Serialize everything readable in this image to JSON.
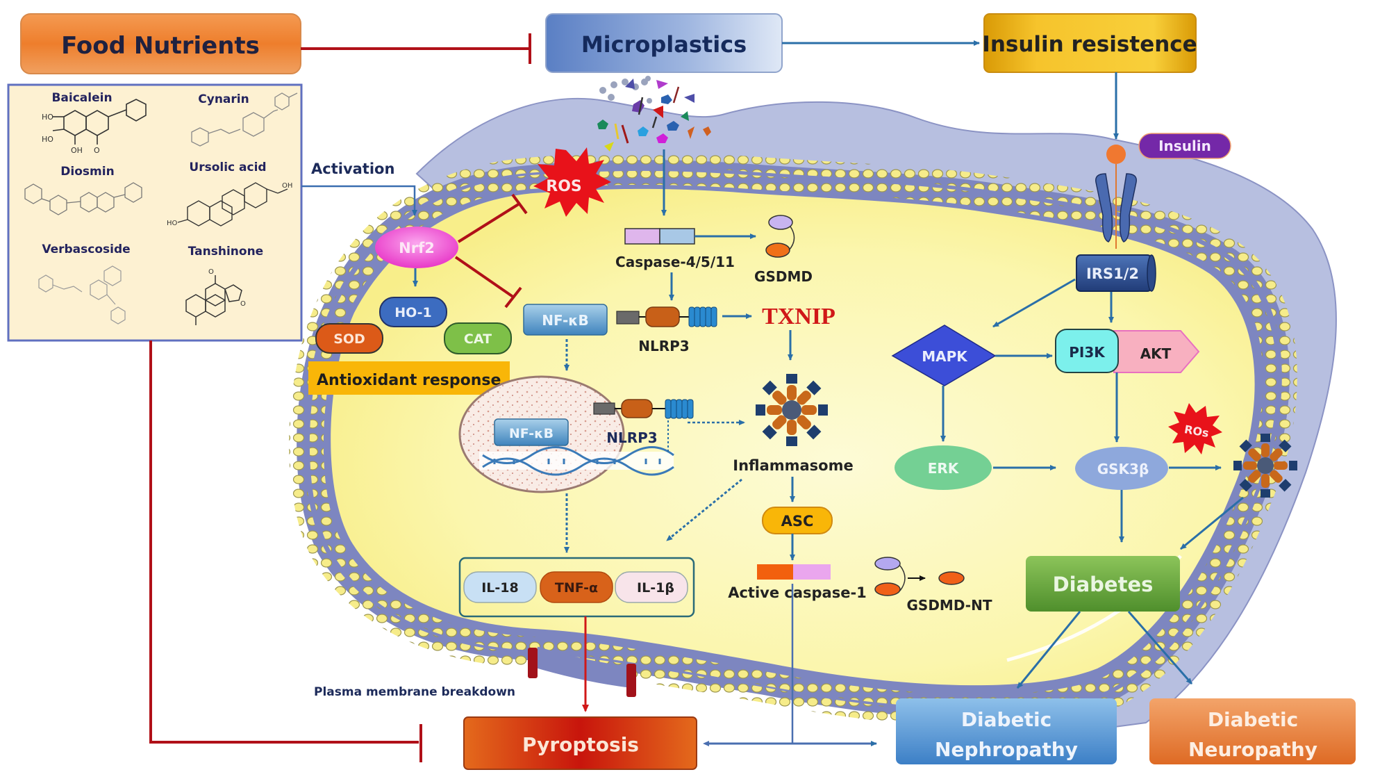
{
  "title_boxes": {
    "food_nutrients": "Food Nutrients",
    "microplastics": "Microplastics",
    "insulin_resistance": "Insulin resistence"
  },
  "nutrients": [
    {
      "name": "Baicalein"
    },
    {
      "name": "Cynarin"
    },
    {
      "name": "Diosmin"
    },
    {
      "name": "Ursolic acid"
    },
    {
      "name": "Verbascoside"
    },
    {
      "name": "Tanshinone"
    }
  ],
  "labels": {
    "activation": "Activation",
    "ros": "ROS",
    "ros_small": "ROs",
    "nrf2": "Nrf2",
    "ho1": "HO-1",
    "sod": "SOD",
    "cat": "CAT",
    "antioxidant": "Antioxidant response",
    "nfkb": "NF-κB",
    "nfkb_nucleus": "NF-κB",
    "caspase": "Caspase-4/5/11",
    "gsdmd": "GSDMD",
    "nlrp3": "NLRP3",
    "nlrp3_nucleus": "NLRP3",
    "txnip": "TXNIP",
    "inflammasome": "Inflammasome",
    "asc": "ASC",
    "active_caspase": "Active caspase-1",
    "gsdmd_nt": "GSDMD-NT",
    "il18": "IL-18",
    "tnfa": "TNF-α",
    "il1b": "IL-1β",
    "plasma_membrane": "Plasma membrane breakdown",
    "pyroptosis": "Pyroptosis",
    "insulin": "Insulin",
    "irs": "IRS1/2",
    "mapk": "MAPK",
    "pi3k": "PI3K",
    "akt": "AKT",
    "erk": "ERK",
    "gsk3b": "GSK3β",
    "diabetes": "Diabetes",
    "nephropathy_line1": "Diabetic",
    "nephropathy_line2": "Nephropathy",
    "neuropathy_line1": "Diabetic",
    "neuropathy_line2": "Neuropathy"
  },
  "colors": {
    "inhibit": "#b01018",
    "activate": "#2a6fa8",
    "cytoplasm": "#fbf6a8",
    "membrane": "#7d86c0",
    "lipid": "#f6ec8a"
  }
}
